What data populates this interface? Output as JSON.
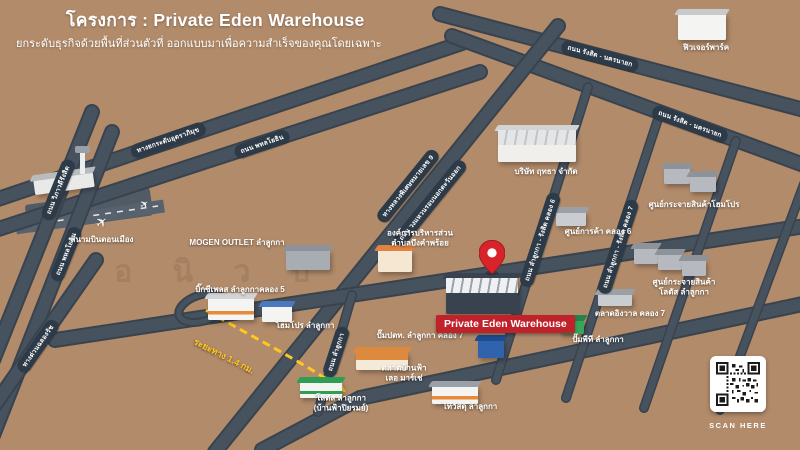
{
  "header": {
    "title": "โครงการ : Private Eden Warehouse",
    "subtitle": "ยกระดับธุรกิจด้วยพื้นที่ส่วนตัวที่ ออกแบบมาเพื่อความสำเร็จของคุณโดยเฉพาะ"
  },
  "project": {
    "name": "Private Eden Warehouse"
  },
  "route": {
    "distance": "ระยะทาง 1.4 กม."
  },
  "qr": {
    "caption": "SCAN HERE"
  },
  "watermark": "อ นิ ว ป",
  "colors": {
    "background": "#b18b6a",
    "road": "#47525f",
    "road_edge": "#39434e",
    "label_pill": "#2d3a47",
    "accent_red": "#c0222b",
    "route_yellow": "#ffc81e"
  },
  "road_labels": [
    {
      "text": "ทางยกระดับอุตราภิมุข"
    },
    {
      "text": "ถนน พหลโยธิน"
    },
    {
      "text": "ถนน รังสิต - นครนายก"
    },
    {
      "text": "ถนน รังสิต - นครนายก"
    },
    {
      "text": "ถนน วิภาวดีรังสิต"
    },
    {
      "text": "ถนน พหลโยธิน"
    },
    {
      "text": "ทางด่วนฉลองรัช"
    },
    {
      "text": "ทางหลวงพิเศษหมายเลข 9"
    },
    {
      "text": "ถนน วงแหวนรอบนอกตะวันออก"
    },
    {
      "text": "ถนน ลำลูกกา"
    },
    {
      "text": "ถนน ลำลูกกา - รังสิต คลอง 6"
    },
    {
      "text": "ถนน ลำลูกกา - รังสิต คลอง 7"
    }
  ],
  "places": [
    {
      "text": "สนามบินดอนเมือง"
    },
    {
      "text": "MOGEN OUTLET ลำลูกกา"
    },
    {
      "text": "ฟิวเจอร์พาร์ค"
    },
    {
      "text": "บริษัท ฤทธา จำกัด"
    },
    {
      "text": "องค์การบริหารส่วน\nตำบลบึงคำพร้อย"
    },
    {
      "text": "บิ๊กซีเพลส ลำลูกกาคลอง 5"
    },
    {
      "text": "โฮมโปร ลำลูกกา"
    },
    {
      "text": "ปั๊มปตท. ลำลูกกา คลอง 7"
    },
    {
      "text": "ตลาดบ้านฟ้า\nเลอ มาร์เช่"
    },
    {
      "text": "โลตัส ลำลูกกา\n(บ้านฟ้าปิยรมย์)"
    },
    {
      "text": "ไทวัสดุ ลำลูกกา"
    },
    {
      "text": "ปั๊มพีที ลำลูกกา"
    },
    {
      "text": "ตลาดอิงวาล คลอง 7"
    },
    {
      "text": "ศูนย์กระจายสินค้า\nโลตัส ลำลูกกา"
    },
    {
      "text": "ศูนย์การค้า คลอง 6"
    },
    {
      "text": "ศูนย์กระจายสินค้าโฮมโปร"
    }
  ]
}
